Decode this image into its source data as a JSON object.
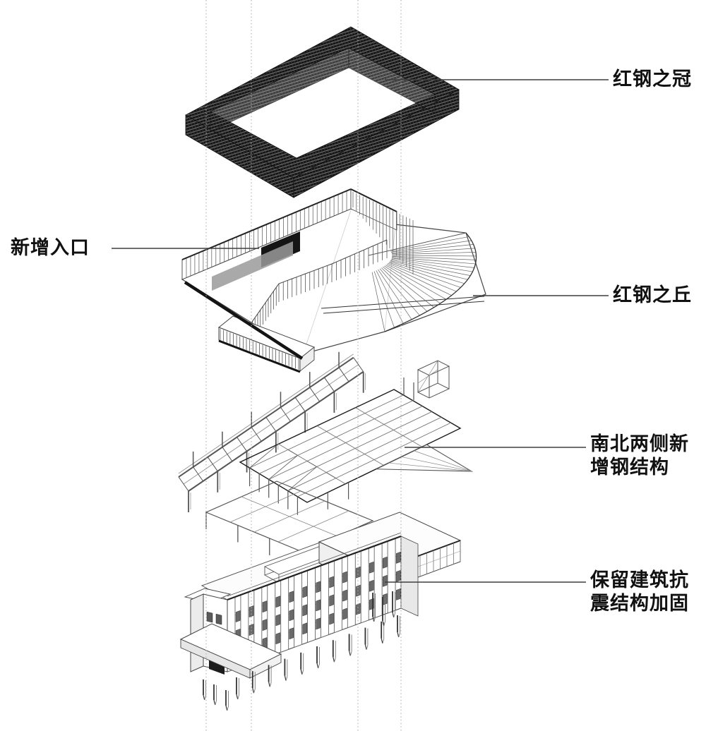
{
  "labels": {
    "crown": "红钢之冠",
    "entrance": "新增入口",
    "hill": "红钢之丘",
    "steel_structure": "南北两侧新增钢结构",
    "retrofit": "保留建筑抗震结构加固"
  },
  "colors": {
    "background": "#ffffff",
    "ink": "#1a1a1a",
    "line": "#555555",
    "light_line": "#888888",
    "guide": "#adadad",
    "leader": "#3f3f3f"
  }
}
